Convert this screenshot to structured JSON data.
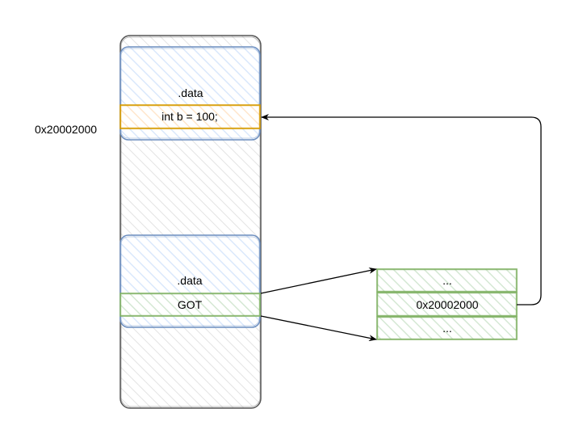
{
  "memory": {
    "upper_section": {
      "title": ".data",
      "entry": "int b = 100;"
    },
    "lower_section": {
      "title": ".data",
      "entry": "GOT"
    },
    "address_label": "0x20002000"
  },
  "got_table": {
    "rows": [
      "...",
      "0x20002000",
      "..."
    ]
  },
  "colors": {
    "memory_outline": "#555555",
    "data_section": "#6c8ebf",
    "data_fill": "#dae8fc",
    "variable_outline": "#d79b00",
    "variable_fill": "#ffe6cc",
    "got_outline": "#82b366",
    "got_fill": "#d5e8d4",
    "arrow": "#000000"
  }
}
